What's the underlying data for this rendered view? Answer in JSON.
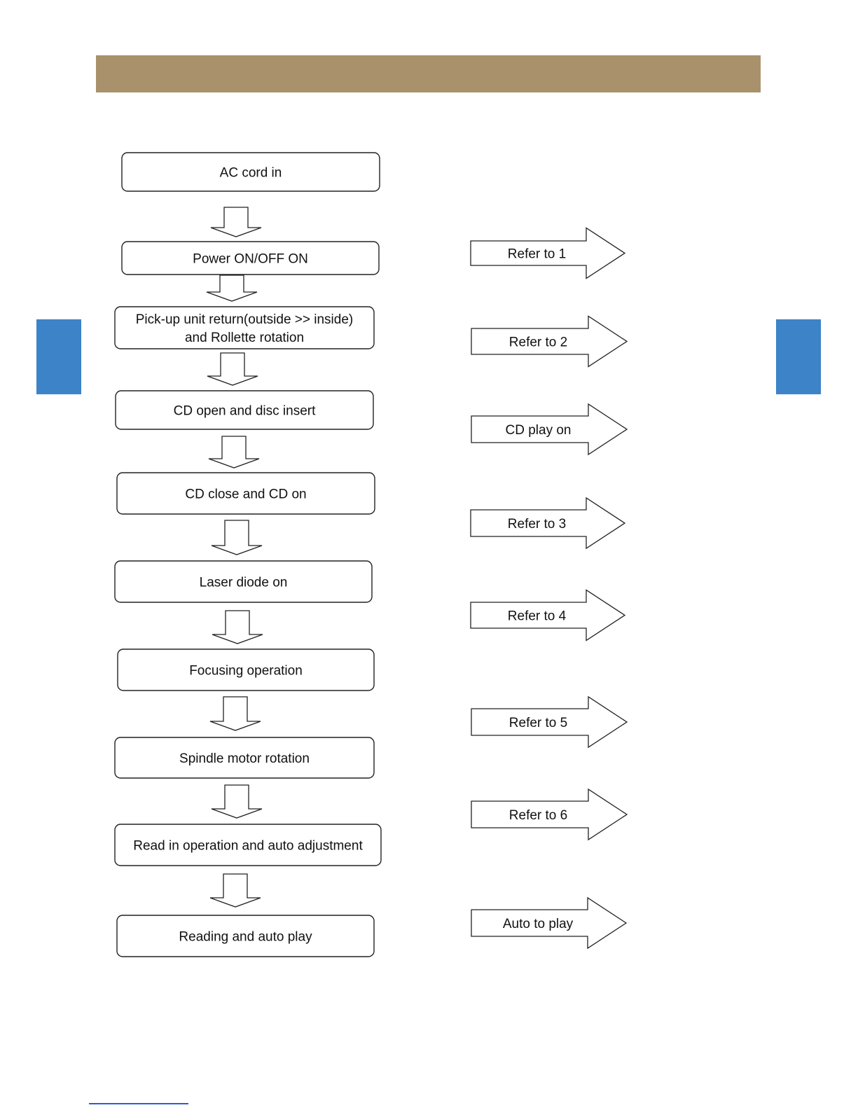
{
  "colors": {
    "header_band": "#a8916b",
    "side_tab": "#3d83c7",
    "stroke": "#222222",
    "footer_rule": "#2a5bd7"
  },
  "steps": [
    {
      "lines": [
        "AC cord in"
      ]
    },
    {
      "lines": [
        "Power ON/OFF ON"
      ]
    },
    {
      "lines": [
        "Pick-up unit return(outside >> inside)",
        "and Rollette rotation"
      ]
    },
    {
      "lines": [
        "CD open and disc insert"
      ]
    },
    {
      "lines": [
        "CD close and CD on"
      ]
    },
    {
      "lines": [
        "Laser diode on"
      ]
    },
    {
      "lines": [
        "Focusing operation"
      ]
    },
    {
      "lines": [
        "Spindle motor rotation"
      ]
    },
    {
      "lines": [
        "Read in operation and auto adjustment"
      ]
    },
    {
      "lines": [
        "Reading and auto play"
      ]
    }
  ],
  "references": [
    {
      "label": "Refer to 1"
    },
    {
      "label": "Refer to 2"
    },
    {
      "label": "CD play on"
    },
    {
      "label": "Refer to 3"
    },
    {
      "label": "Refer to 4"
    },
    {
      "label": "Refer to 5"
    },
    {
      "label": "Refer to 6"
    },
    {
      "label": "Auto to play"
    }
  ]
}
